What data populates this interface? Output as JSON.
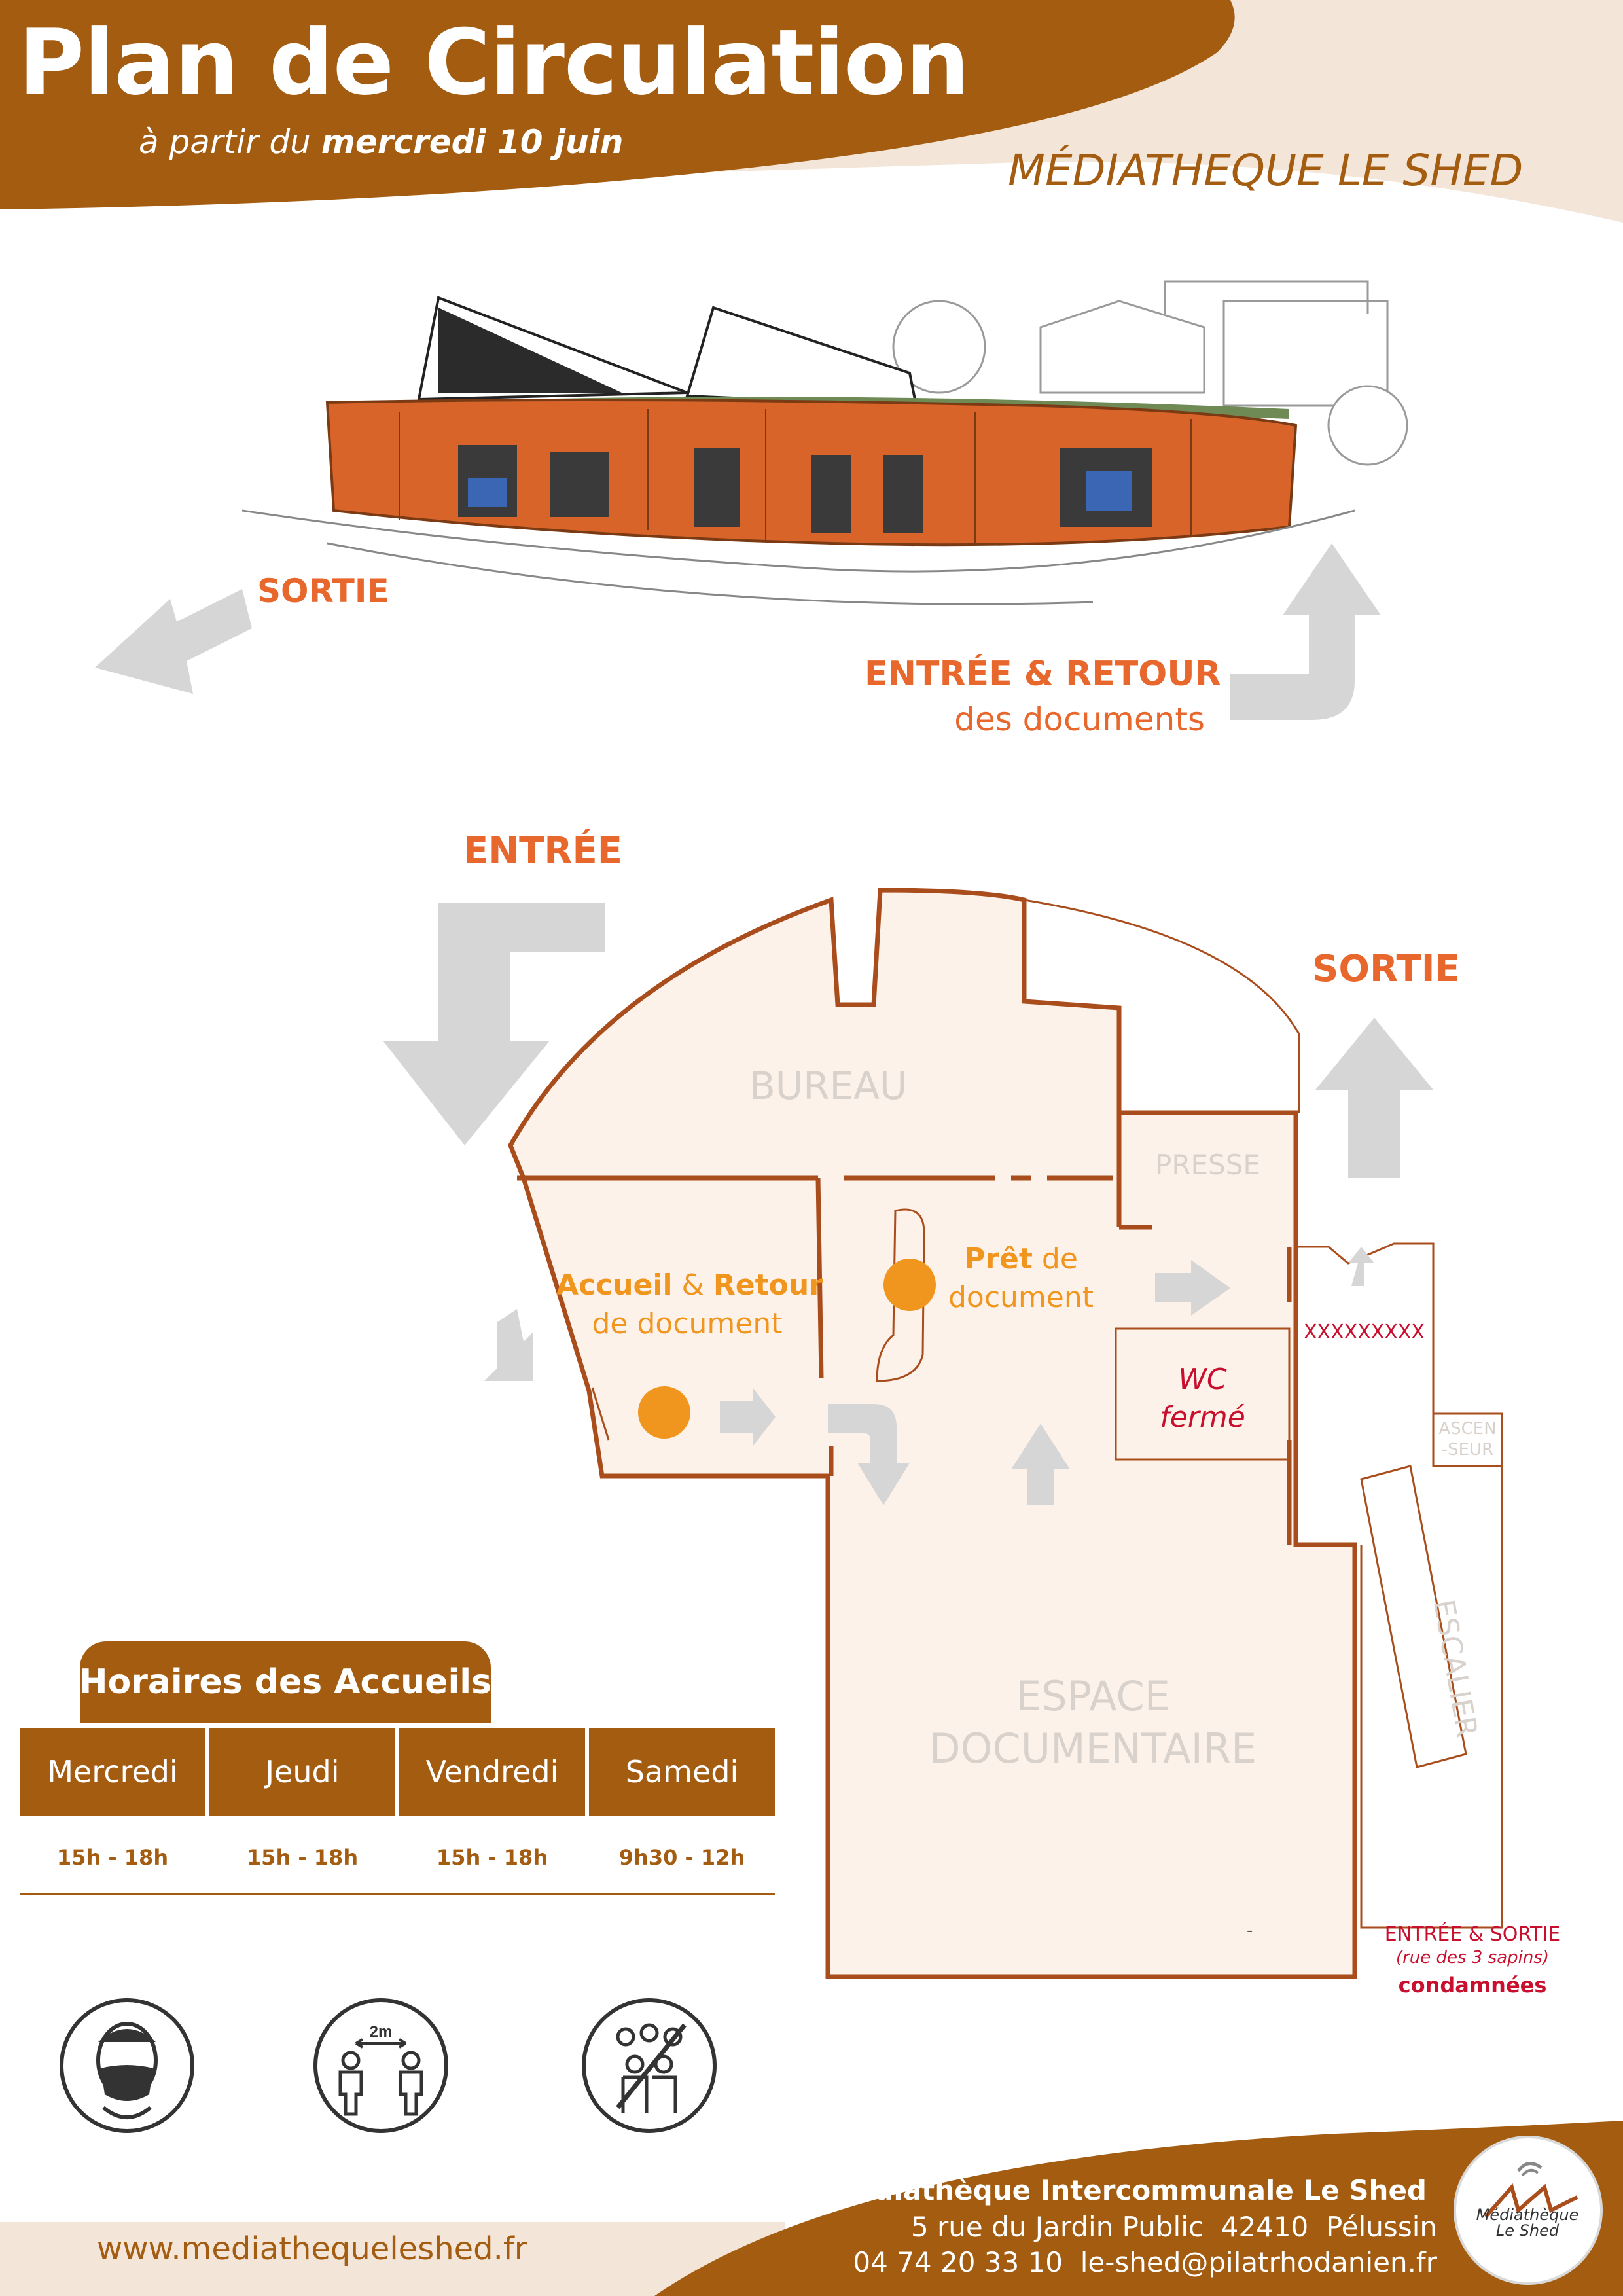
{
  "header": {
    "title": "Plan de Circulation",
    "subtitle_prefix": "à partir du",
    "subtitle_date": "mercredi 10 juin",
    "venue": "MÉDIATHEQUE LE SHED"
  },
  "outside": {
    "exit_label": "SORTIE",
    "entry_line1": "ENTRÉE & RETOUR",
    "entry_line2": "des documents"
  },
  "plan": {
    "entry_label": "ENTRÉE",
    "exit_label": "SORTIE",
    "room_bureau": "BUREAU",
    "room_presse": "PRESSE",
    "reception_bold1": "Accueil",
    "reception_amp": "&",
    "reception_bold2": "Retour",
    "reception_line2": "de document",
    "loan_bold": "Prêt",
    "loan_rest": "de",
    "loan_line2": "document",
    "wc_line1": "WC",
    "wc_line2": "fermé",
    "blocked": "XXXXXXXXX",
    "lift_line1": "ASCEN",
    "lift_line2": "-SEUR",
    "stairs": "ESCALIER",
    "docs_line1": "ESPACE",
    "docs_line2": "DOCUMENTAIRE",
    "docs_dash": "-",
    "closed_line1": "ENTRÉE & SORTIE",
    "closed_line2": "(rue des 3 sapins)",
    "closed_line3": "condamnées"
  },
  "hours": {
    "title": "Horaires des Accueils",
    "days": [
      {
        "day": "Mercredi",
        "time": "15h - 18h"
      },
      {
        "day": "Jeudi",
        "time": "15h - 18h"
      },
      {
        "day": "Vendredi",
        "time": "15h - 18h"
      },
      {
        "day": "Samedi",
        "time": "9h30 - 12h"
      }
    ]
  },
  "pictos": {
    "distance_label": "2m",
    "icons": [
      "face-mask-icon",
      "social-distance-icon",
      "no-gathering-icon"
    ]
  },
  "footer": {
    "website": "www.mediathequeleshed.fr",
    "org_name": "Médiathèque Intercommunale Le Shed",
    "address": "5 rue du Jardin Public  42410  Pélussin",
    "contact": "04 74 20 33 10  le-shed@pilatrhodanien.fr",
    "logo_line1": "Médiathèque",
    "logo_line2": "Le Shed"
  },
  "colors": {
    "brand_brown": "#a35c10",
    "cream": "#f3e5d7",
    "plan_fill": "#fdf2e9",
    "accent_orange": "#e8672c",
    "arrow_grey": "#d6d6d6",
    "marker_orange": "#f0961f",
    "closed_red": "#c8102e"
  }
}
